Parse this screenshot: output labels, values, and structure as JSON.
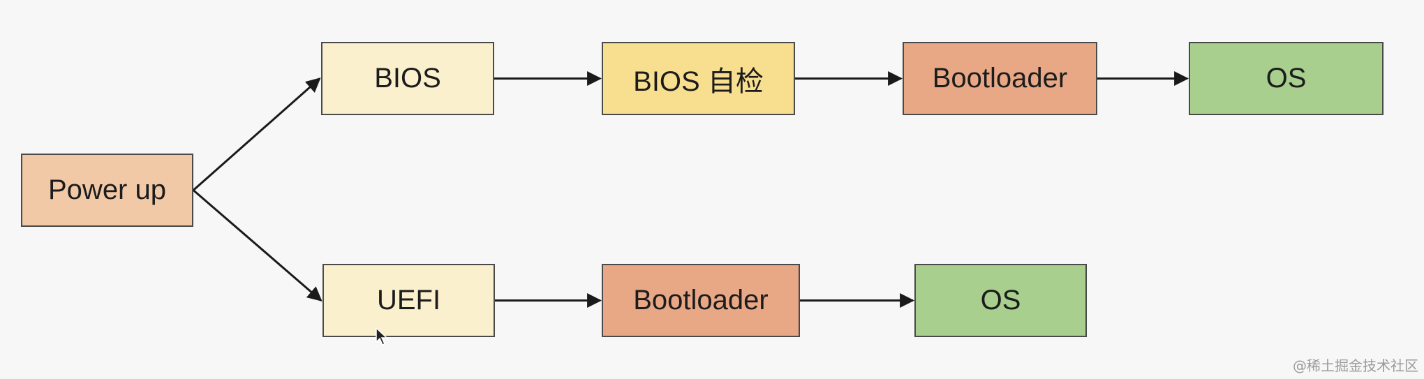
{
  "nodes": {
    "power_up": {
      "label": "Power up",
      "color": "#f2c9a7"
    },
    "bios": {
      "label": "BIOS",
      "color": "#fbf0cd"
    },
    "bios_selftest": {
      "label": "BIOS 自检",
      "color": "#f8df8f"
    },
    "bootloader_top": {
      "label": "Bootloader",
      "color": "#e8a886"
    },
    "os_top": {
      "label": "OS",
      "color": "#a8cf8d"
    },
    "uefi": {
      "label": "UEFI",
      "color": "#fbf0cd"
    },
    "bootloader_bottom": {
      "label": "Bootloader",
      "color": "#e8a886"
    },
    "os_bottom": {
      "label": "OS",
      "color": "#a8cf8d"
    }
  },
  "edges": [
    {
      "from": "power_up",
      "to": "bios"
    },
    {
      "from": "bios",
      "to": "bios_selftest"
    },
    {
      "from": "bios_selftest",
      "to": "bootloader_top"
    },
    {
      "from": "bootloader_top",
      "to": "os_top"
    },
    {
      "from": "power_up",
      "to": "uefi"
    },
    {
      "from": "uefi",
      "to": "bootloader_bottom"
    },
    {
      "from": "bootloader_bottom",
      "to": "os_bottom"
    }
  ],
  "watermark": {
    "text": "@稀土掘金技术社区"
  },
  "icons": {
    "cursor": "mouse-pointer-icon"
  }
}
